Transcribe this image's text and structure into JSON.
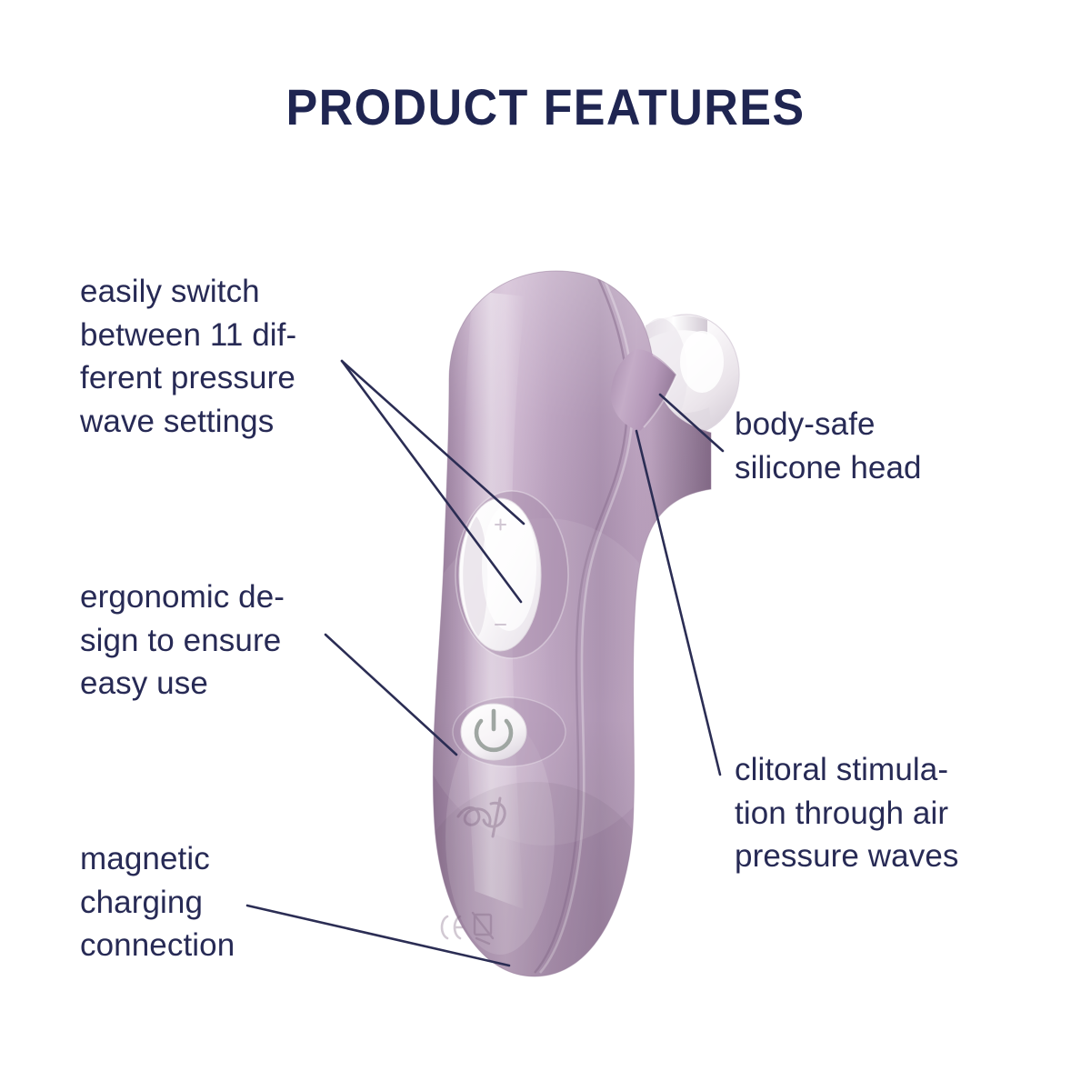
{
  "page": {
    "background_color": "#ffffff",
    "text_color": "#272a55",
    "title_color": "#1f2551"
  },
  "header": {
    "title": "PRODUCT FEATURES"
  },
  "callouts": [
    {
      "id": "settings",
      "text": "easily switch\nbetween 11 dif-\nferent pressure\nwave settings",
      "side": "left"
    },
    {
      "id": "ergonomic",
      "text": "ergonomic de-\nsign to ensure\neasy use",
      "side": "left"
    },
    {
      "id": "magnetic",
      "text": "magnetic\ncharging\nconnection",
      "side": "left"
    },
    {
      "id": "head",
      "text": "body-safe\nsilicone head",
      "side": "right"
    },
    {
      "id": "clitoral",
      "text": "clitoral stimula-\ntion through air\npressure waves",
      "side": "right"
    }
  ],
  "product": {
    "name": "air-pulse-stimulator",
    "body_color": "#b094b5",
    "body_highlight_color": "#ddc9dd",
    "body_shadow_color": "#8f7594",
    "head_color": "#f6f4f6",
    "head_shadow_color": "#d8d2da",
    "controls": {
      "intensity_button": {
        "label_increase": "+",
        "label_decrease": "−",
        "color": "#fbfafb"
      },
      "power_button": {
        "icon": "power-icon",
        "color": "#fbfafb"
      }
    },
    "markings": {
      "brand_logo": "SF",
      "compliance_icons": [
        "ce-mark-icon",
        "waste-bin-icon"
      ]
    }
  }
}
